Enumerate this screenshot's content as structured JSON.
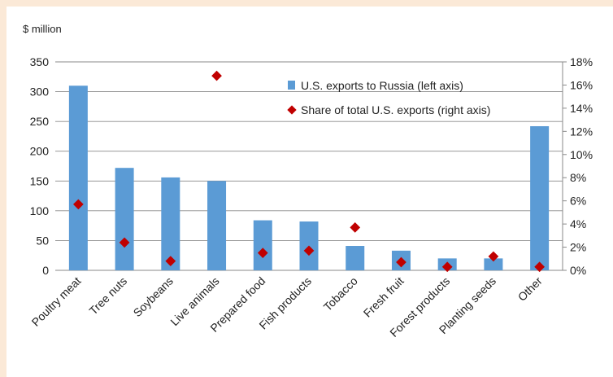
{
  "chart_data": {
    "type": "bar",
    "categories": [
      "Poultry meat",
      "Tree nuts",
      "Soybeans",
      "Live animals",
      "Prepared food",
      "Fish products",
      "Tobacco",
      "Fresh fruit",
      "Forest products",
      "Planting seeds",
      "Other"
    ],
    "series": [
      {
        "name": "U.S. exports to Russia (left axis)",
        "type": "bar",
        "axis": "left",
        "color": "#5b9bd5",
        "values": [
          310,
          172,
          156,
          150,
          84,
          82,
          41,
          33,
          20,
          20,
          242
        ]
      },
      {
        "name": "Share of total U.S. exports (right axis)",
        "type": "scatter",
        "axis": "right",
        "color": "#c00000",
        "values": [
          5.7,
          2.4,
          0.8,
          16.8,
          1.5,
          1.7,
          3.7,
          0.7,
          0.3,
          1.2,
          0.3
        ]
      }
    ],
    "ylabel": "$ million",
    "ylim": [
      0,
      350
    ],
    "yticks": [
      "0",
      "50",
      "100",
      "150",
      "200",
      "250",
      "300",
      "350"
    ],
    "y2lim": [
      0,
      18
    ],
    "y2ticks": [
      "0%",
      "2%",
      "4%",
      "6%",
      "8%",
      "10%",
      "12%",
      "14%",
      "16%",
      "18%"
    ],
    "grid": true,
    "legend_position": "top-right"
  }
}
